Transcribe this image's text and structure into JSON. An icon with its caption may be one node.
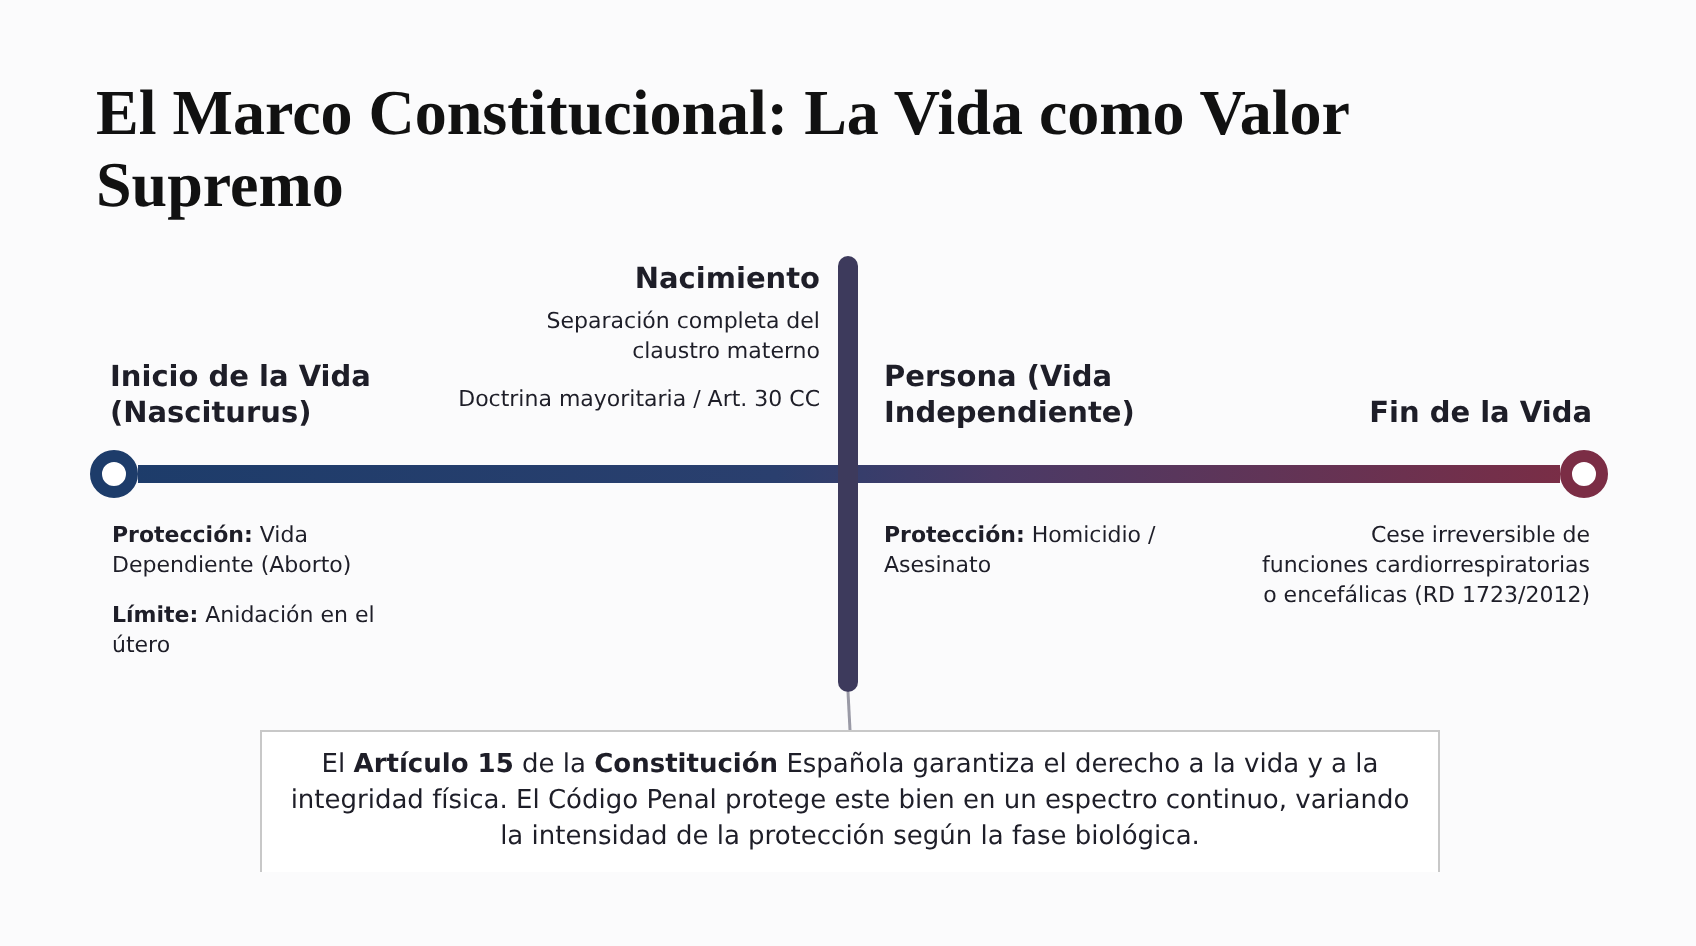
{
  "diagram": {
    "title": "El Marco Constitucional: La Vida como Valor Supremo",
    "nodes": [
      {
        "text": [],
        "shape": "circle",
        "beside": [
          "Inicio de la Vida (Nasciturus)"
        ]
      },
      {
        "text": [],
        "shape": "circle",
        "beside": [
          "Fin de la Vida"
        ]
      },
      {
        "text": [],
        "shape": "bar",
        "beside": [
          "Nacimiento"
        ]
      },
      {
        "text": [
          "El **Artículo 15** de la **Constitución** Española garantiza el derecho a la vida y a la integridad física. El Código Penal protege este bien en un espectro continuo, variando la intensidad de la protección según la fase biológica."
        ]
      }
    ],
    "edges": [
      {
        "from": 0,
        "to": 1,
        "arrow": "none",
        "style": "thick"
      },
      {
        "from": 2,
        "to": 3,
        "arrow": "none"
      }
    ],
    "labels": [
      "Separación completa del claustro materno",
      "Doctrina mayoritaria / Art. 30 CC",
      "Persona (Vida Independiente)",
      "**Protección:** Vida Dependiente (Aborto)",
      "**Límite:** Anidación en el útero",
      "**Protección:** Homicidio / Asesinato",
      "Cese irreversible de funciones cardiorrespiratorias o encefálicas (RD 1723/2012)"
    ]
  }
}
